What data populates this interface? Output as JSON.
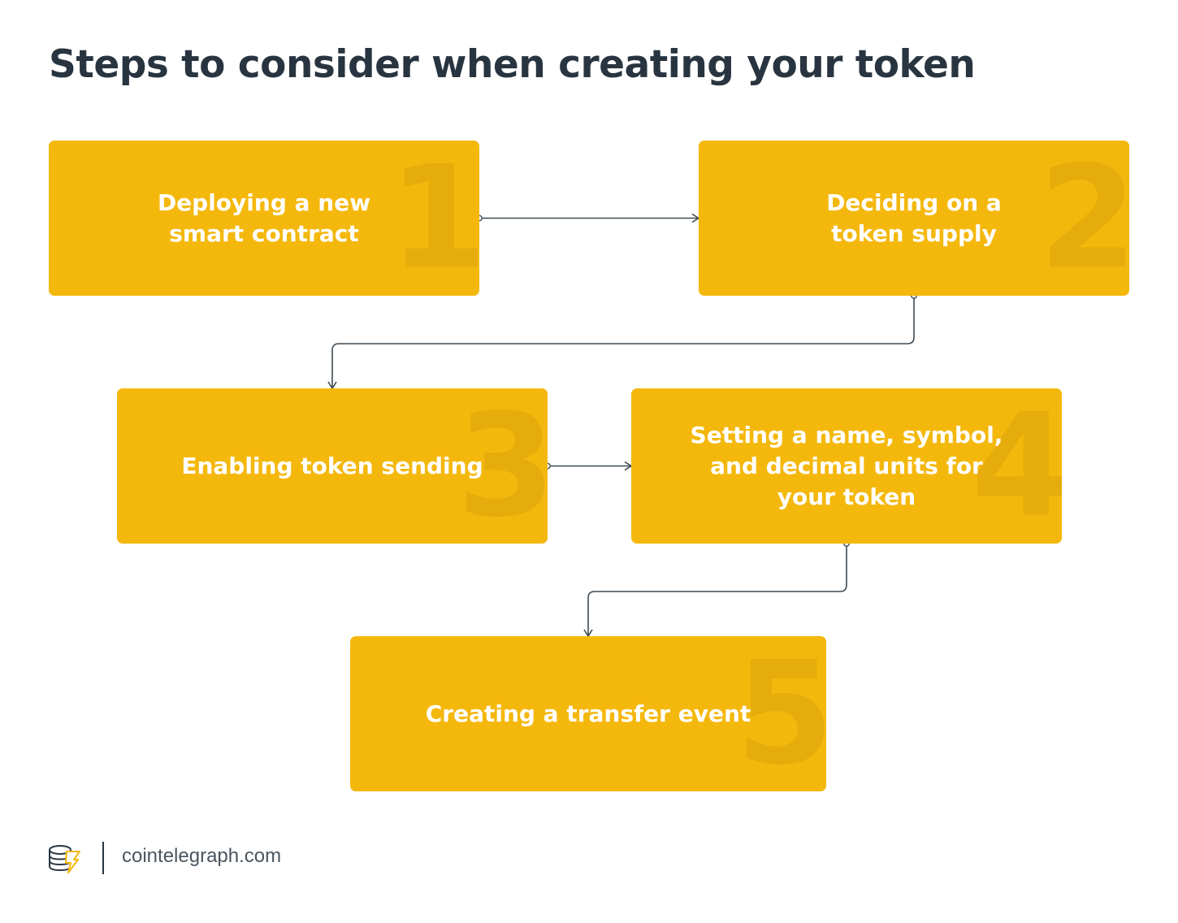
{
  "title": "Steps to consider when creating your token",
  "steps": [
    {
      "number": "1",
      "label": "Deploying a new\nsmart contract"
    },
    {
      "number": "2",
      "label": "Deciding on a\ntoken supply"
    },
    {
      "number": "3",
      "label": "Enabling token sending"
    },
    {
      "number": "4",
      "label": "Setting a name, symbol,\nand decimal units for\nyour token"
    },
    {
      "number": "5",
      "label": "Creating a transfer event"
    }
  ],
  "footer": {
    "site": "cointelegraph.com",
    "logo_icon": "cointelegraph-logo-icon"
  },
  "colors": {
    "box": "#f4b80d",
    "number_watermark": "#e6ac0b",
    "title": "#283540",
    "connector": "#3f4a52",
    "logo_accent": "#f4b80d"
  }
}
